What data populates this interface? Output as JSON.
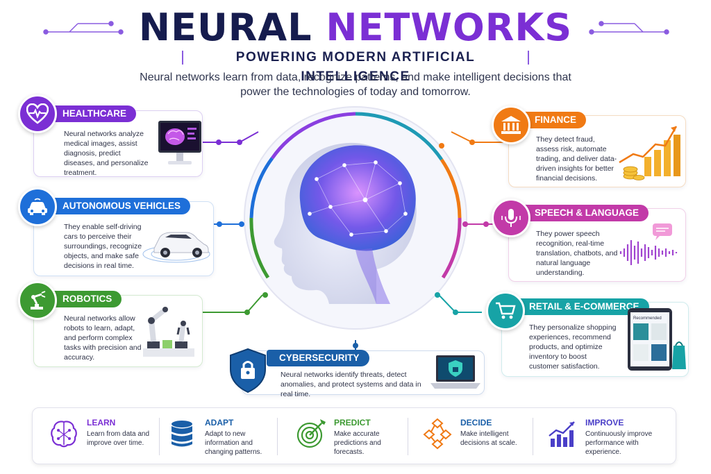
{
  "header": {
    "title_part1": "NEURAL",
    "title_part2": "NETWORKS",
    "subtitle": "POWERING MODERN ARTIFICIAL INTELLIGENCE",
    "intro": "Neural networks learn from data, recognize patterns, and make intelligent decisions that power the technologies of today and tomorrow."
  },
  "applications": {
    "healthcare": {
      "label": "HEALTHCARE",
      "desc": "Neural networks analyze medical images, assist diagnosis, predict diseases, and personalize treatment.",
      "color": "#7b2fd4",
      "icon": "heart-pulse-icon"
    },
    "autonomous": {
      "label": "AUTONOMOUS VEHICLES",
      "desc": "They enable self-driving cars to perceive their surroundings, recognize objects, and make safe decisions in real time.",
      "color": "#1e6fd9",
      "icon": "car-icon"
    },
    "robotics": {
      "label": "ROBOTICS",
      "desc": "Neural networks allow robots to learn, adapt, and perform complex tasks with precision and accuracy.",
      "color": "#3d9a32",
      "icon": "robot-arm-icon"
    },
    "cybersecurity": {
      "label": "CYBERSECURITY",
      "desc": "Neural networks identify threats, detect anomalies, and protect systems and data in real time.",
      "color": "#1a5fa8",
      "icon": "shield-lock-icon"
    },
    "finance": {
      "label": "FINANCE",
      "desc": "They detect fraud, assess risk, automate trading, and deliver data-driven insights for better financial decisions.",
      "color": "#f07a14",
      "icon": "bank-icon"
    },
    "speech": {
      "label": "SPEECH & LANGUAGE",
      "desc": "They power speech recognition, real-time translation, chatbots, and natural language understanding.",
      "color": "#c23aa8",
      "icon": "microphone-icon"
    },
    "retail": {
      "label": "RETAIL & E-COMMERCE",
      "desc": "They personalize shopping experiences, recommend products, and optimize inventory to boost customer satisfaction.",
      "color": "#17a3a6",
      "icon": "shopping-cart-icon"
    }
  },
  "tablet_text": "Recommended",
  "pillars": [
    {
      "title": "LEARN",
      "desc": "Learn from data and improve over time.",
      "color": "#7b2fd4",
      "icon": "brain-icon"
    },
    {
      "title": "ADAPT",
      "desc": "Adapt to new information and changing patterns.",
      "color": "#1a5fa8",
      "icon": "database-icon"
    },
    {
      "title": "PREDICT",
      "desc": "Make accurate predictions and forecasts.",
      "color": "#3d9a32",
      "icon": "target-icon"
    },
    {
      "title": "DECIDE",
      "desc": "Make intelligent decisions at scale.",
      "color": "#1a5fa8",
      "icon": "decision-tree-icon"
    },
    {
      "title": "IMPROVE",
      "desc": "Continuously improve performance with experience.",
      "color": "#4a3fc8",
      "icon": "growth-chart-icon"
    }
  ]
}
